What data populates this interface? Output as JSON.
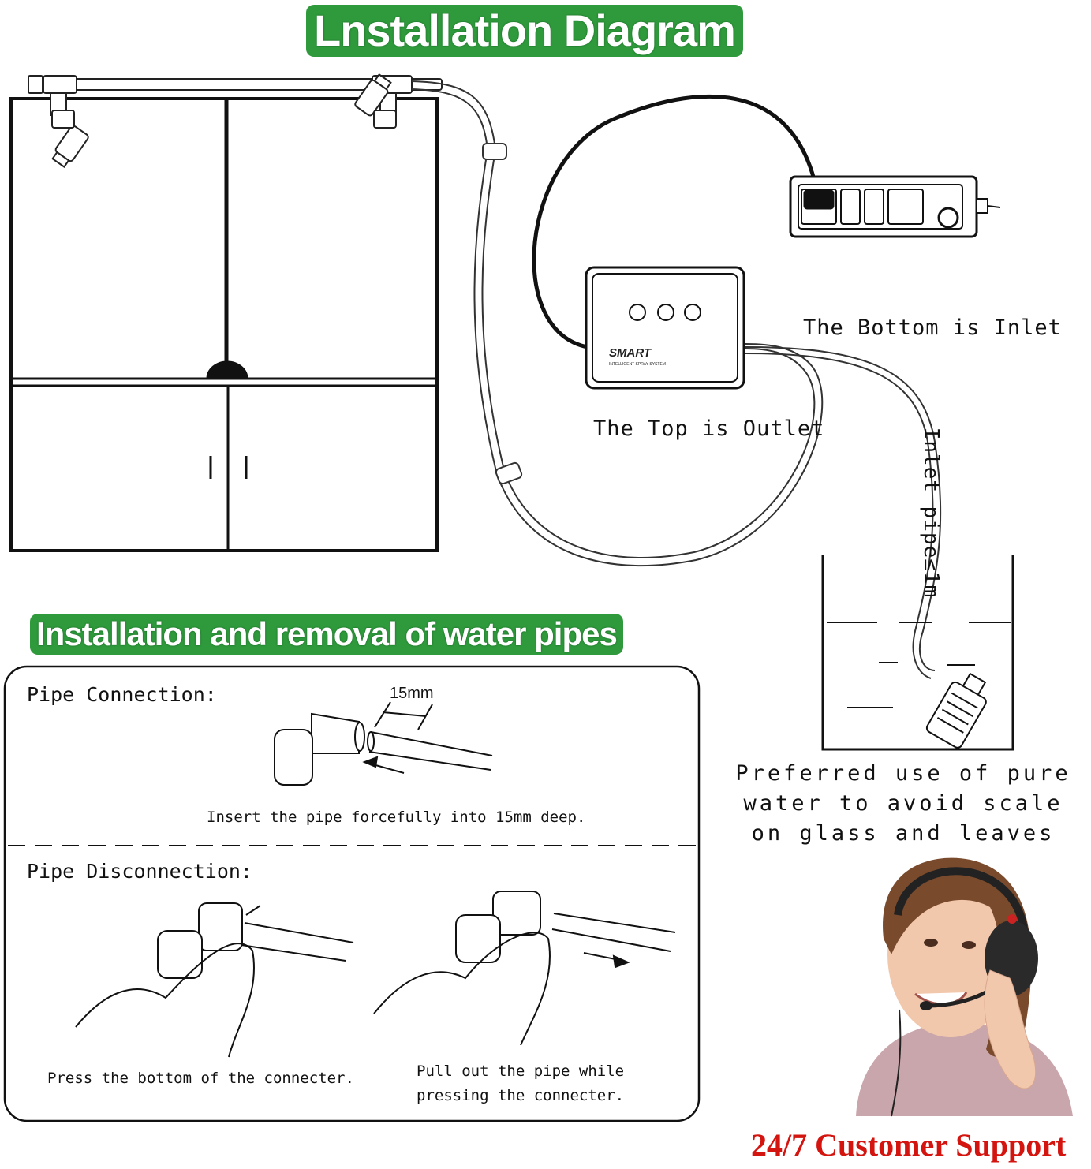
{
  "title": "Lnstallation Diagram",
  "section_title": "Installation and removal of water pipes",
  "labels": {
    "bottom_inlet": "The Bottom is Inlet",
    "top_outlet": "The Top is Outlet",
    "inlet_pipe": "Inlet pipe≤1m",
    "pure_water_note": "Preferred use of pure water to avoid scale on glass and leaves"
  },
  "device": {
    "brand": "SMART",
    "subtitle": "INTELLIGENT SPRAY SYSTEM"
  },
  "pipe_connection": {
    "title": "Pipe Connection:",
    "measure": "15mm",
    "caption": "Insert the pipe forcefully into 15mm deep."
  },
  "pipe_disconnection": {
    "title": "Pipe Disconnection:",
    "press_caption": "Press the bottom of the connecter.",
    "pull_caption": "Pull out the pipe while pressing the connecter."
  },
  "support": "24/7 Customer Support",
  "colors": {
    "banner_green": "#2e9a3c",
    "support_red": "#d4140f"
  }
}
